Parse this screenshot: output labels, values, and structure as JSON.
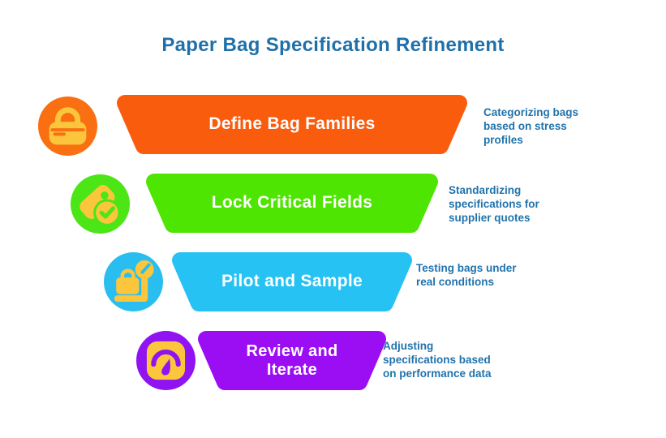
{
  "title": "Paper Bag Specification Refinement",
  "colors": {
    "title_blue": "#1F70A9",
    "desc_blue": "#2173AC",
    "icon_yellow": "#FBC63C",
    "label_white": "#FFFFFF",
    "background": "#FFFFFF"
  },
  "stages": [
    {
      "label": "Define Bag Families",
      "desc": [
        "Categorizing bags",
        "based on stress",
        "profiles"
      ],
      "funnel_color": "#F95C0D",
      "badge_color": "#F96F12",
      "icon": "handbag-icon"
    },
    {
      "label": "Lock Critical Fields",
      "desc": [
        "Standardizing",
        "specifications for",
        "supplier quotes"
      ],
      "funnel_color": "#4FE502",
      "badge_color": "#4CE515",
      "icon": "price-tag-check-icon"
    },
    {
      "label": "Pilot and Sample",
      "desc": [
        "Testing bags under",
        "real conditions"
      ],
      "funnel_color": "#26C2F4",
      "badge_color": "#29BEEF",
      "icon": "luggage-scale-icon"
    },
    {
      "label": [
        "Review and",
        "Iterate"
      ],
      "desc": [
        "Adjusting",
        "specifications based",
        "on performance data"
      ],
      "funnel_color": "#9B0EF3",
      "badge_color": "#9013F2",
      "icon": "gauge-icon"
    }
  ]
}
